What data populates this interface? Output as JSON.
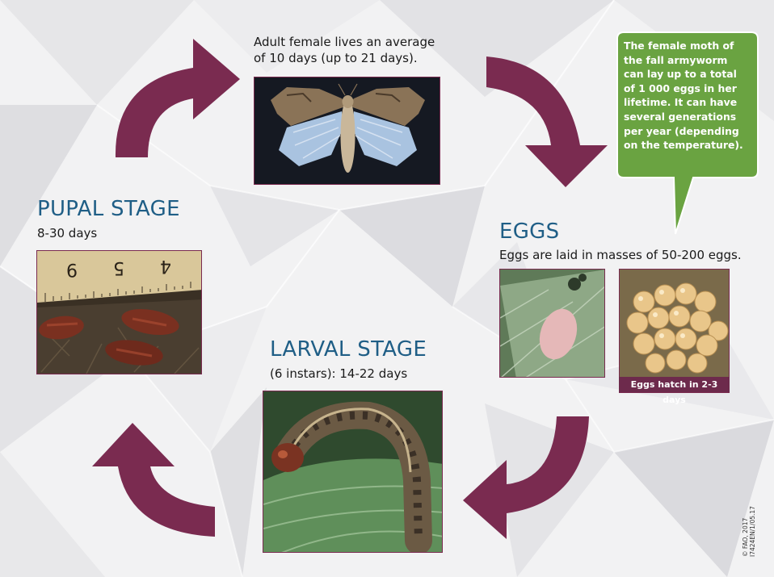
{
  "adult": {
    "caption_line1": "Adult female lives an average",
    "caption_line2": "of 10 days (up to 21 days)."
  },
  "bubble": {
    "lines": [
      "The female moth of",
      "the fall armyworm",
      "can lay up to a total",
      "of 1 000 eggs in her",
      "lifetime. It can have",
      "several generations",
      "per year (depending",
      "on the temperature)."
    ],
    "color": "#6aa341"
  },
  "eggs": {
    "title": "EGGS",
    "subtitle": "Eggs are laid in masses of 50-200 eggs.",
    "hatch_label": "Eggs hatch in 2-3 days"
  },
  "larval": {
    "title": "LARVAL STAGE",
    "subtitle": "(6 instars): 14-22 days"
  },
  "pupal": {
    "title": "PUPAL STAGE",
    "subtitle": "8-30 days",
    "ruler_numbers": [
      "9",
      "5",
      "4"
    ]
  },
  "credit": {
    "line1": "© FAO, 2017",
    "line2": "I7424EN/1/05.17"
  },
  "colors": {
    "arrow": "#7a2b50",
    "heading": "#1f5e86",
    "background": "#f2f2f3"
  },
  "icons": [
    "arrow-right-down-icon",
    "arrow-down-left-icon",
    "arrow-left-up-icon",
    "arrow-up-right-icon"
  ]
}
